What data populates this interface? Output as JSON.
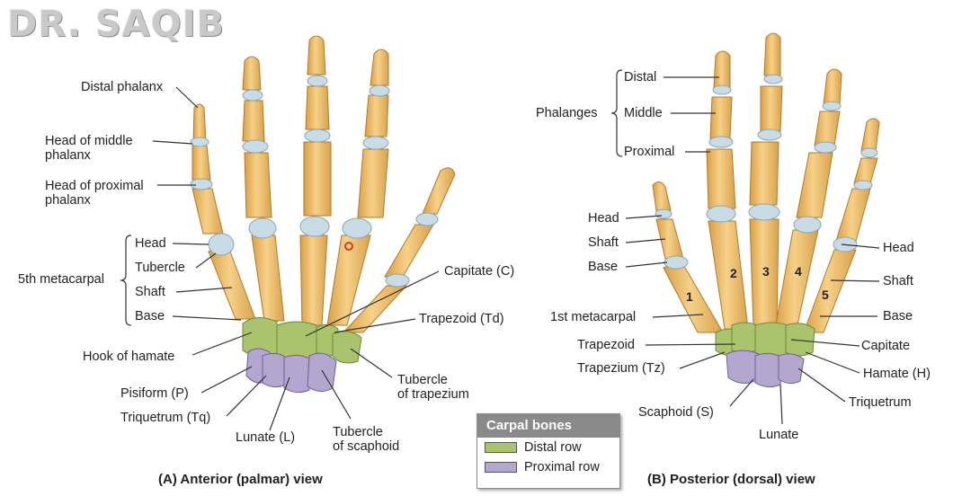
{
  "watermark": "DR. SAQIB",
  "colors": {
    "bone": "#f2c77a",
    "bone_shade": "#d9a24c",
    "joint": "#c9dce6",
    "distal_row": "#a9c46c",
    "proximal_row": "#b3a6cf",
    "legend_header": "#8a8a8a"
  },
  "anterior": {
    "caption": "(A)  Anterior (palmar) view",
    "labels": {
      "distal_phalanx": "Distal phalanx",
      "head_middle": "Head of middle\nphalanx",
      "head_proximal": "Head of proximal\nphalanx",
      "fifth_metacarpal": "5th metacarpal",
      "head": "Head",
      "tubercle": "Tubercle",
      "shaft": "Shaft",
      "base": "Base",
      "hook_of_hamate": "Hook of hamate",
      "pisiform": "Pisiform (P)",
      "triquetrum": "Triquetrum (Tq)",
      "lunate": "Lunate (L)",
      "tubercle_scaphoid": "Tubercle\nof scaphoid",
      "tubercle_trapezium": "Tubercle\nof trapezium",
      "trapezoid": "Trapezoid (Td)",
      "capitate": "Capitate (C)"
    }
  },
  "posterior": {
    "caption": "(B)  Posterior (dorsal) view",
    "labels": {
      "phalanges": "Phalanges",
      "distal": "Distal",
      "middle": "Middle",
      "proximal": "Proximal",
      "head_left": "Head",
      "shaft_left": "Shaft",
      "base_left": "Base",
      "first_metacarpal": "1st metacarpal",
      "trapezoid": "Trapezoid",
      "trapezium": "Trapezium (Tz)",
      "scaphoid": "Scaphoid (S)",
      "lunate": "Lunate",
      "triquetrum": "Triquetrum",
      "hamate": "Hamate (H)",
      "capitate": "Capitate",
      "base_right": "Base",
      "shaft_right": "Shaft",
      "head_right": "Head"
    },
    "metacarpal_numbers": [
      "1",
      "2",
      "3",
      "4",
      "5"
    ]
  },
  "legend": {
    "title": "Carpal bones",
    "distal_row": "Distal row",
    "proximal_row": "Proximal row"
  }
}
